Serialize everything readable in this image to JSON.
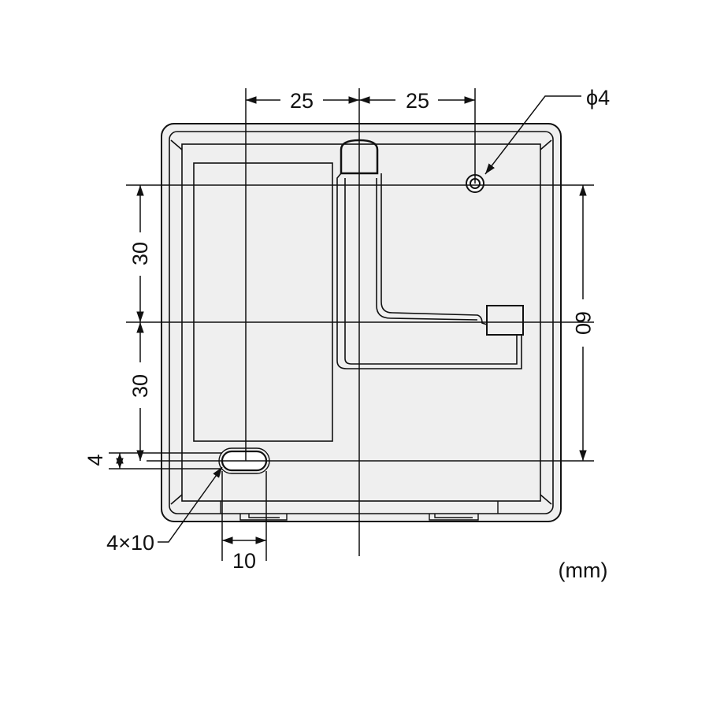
{
  "dimensions": {
    "top_left": "25",
    "top_right": "25",
    "hole_diameter": "ϕ4",
    "left_upper": "30",
    "left_lower": "30",
    "right_total": "60",
    "slot_height": "4",
    "slot_size": "4×10",
    "slot_width": "10"
  },
  "unit": "(mm)",
  "colors": {
    "line": "#111111",
    "fill": "#efefef"
  }
}
